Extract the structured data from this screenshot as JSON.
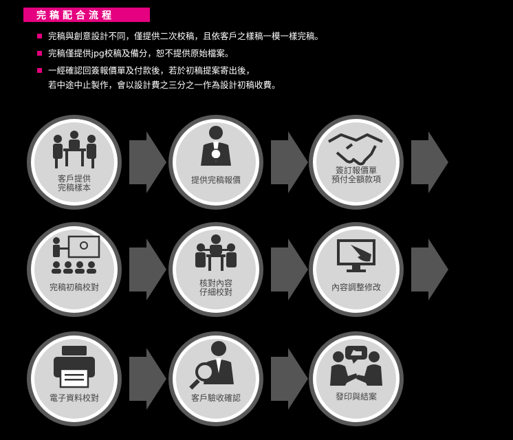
{
  "title": "完稿配合流程",
  "notes": [
    "完稿與創意設計不同，僅提供二次校稿，且依客戶之樣稿一模一樣完稿。",
    "完稿僅提供jpg校稿及備分，恕不提供原始檔案。",
    "一經確認回簽報價單及付款後，若於初稿提案寄出後，",
    "若中途中止製作，會以設計費之三分之一作為設計初稿收費。"
  ],
  "steps": [
    {
      "line1": "客戶提供",
      "line2": "完稿樣本",
      "icon": "meeting-icon"
    },
    {
      "line1": "提供完稿報價",
      "line2": "",
      "icon": "businessman-idea-icon"
    },
    {
      "line1": "簽訂報價單",
      "line2": "預付全額款項",
      "icon": "handshake-icon"
    },
    {
      "line1": "完稿初稿校對",
      "line2": "",
      "icon": "presentation-icon"
    },
    {
      "line1": "核對內容",
      "line2": "仔細校對",
      "icon": "discussion-icon"
    },
    {
      "line1": "內容調整修改",
      "line2": "",
      "icon": "monitor-touch-icon"
    },
    {
      "line1": "電子資料校對",
      "line2": "",
      "icon": "printer-icon"
    },
    {
      "line1": "客戶驗收確認",
      "line2": "",
      "icon": "magnifier-person-icon"
    },
    {
      "line1": "發印與結案",
      "line2": "",
      "icon": "agreement-icon"
    }
  ]
}
